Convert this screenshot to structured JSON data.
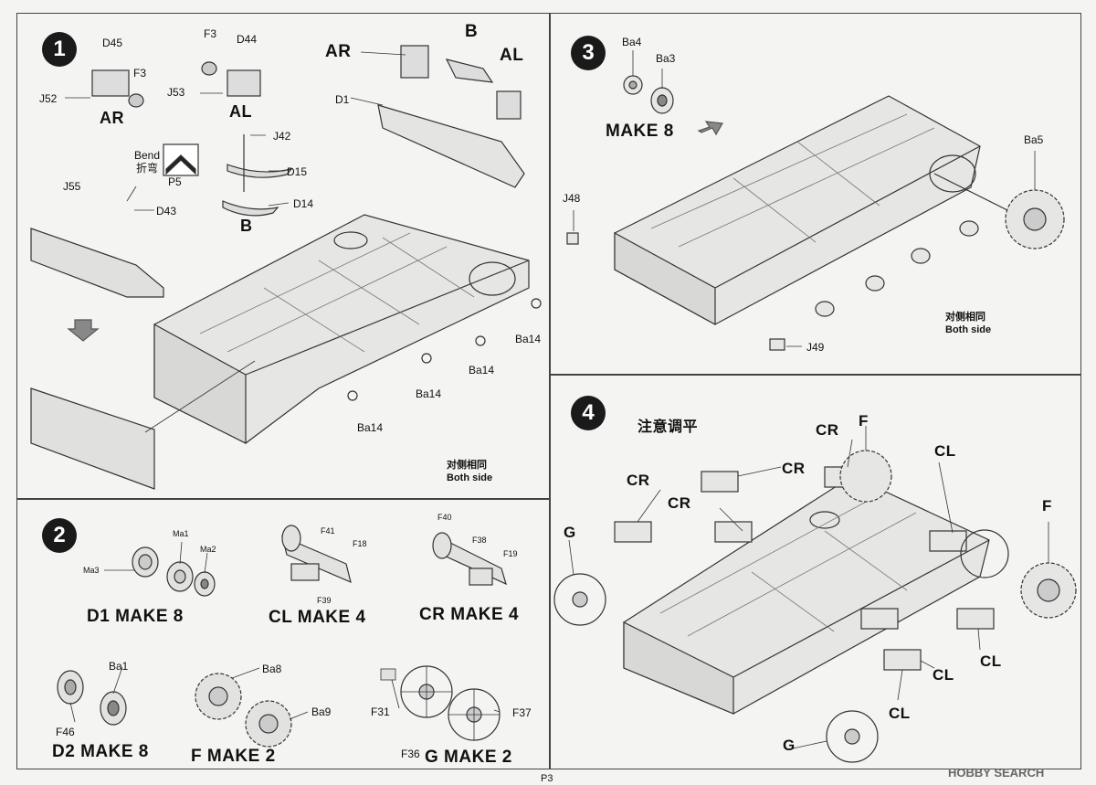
{
  "step1": {
    "number": "1",
    "labels": {
      "d45": "D45",
      "f3a": "F3",
      "j52": "J52",
      "ar_small": "AR",
      "f3b": "F3",
      "d44": "D44",
      "j53": "J53",
      "al_small": "AL",
      "ar_big": "AR",
      "b_big": "B",
      "al_big": "AL",
      "d1": "D1",
      "j42": "J42",
      "d15": "D15",
      "d14": "D14",
      "b_small": "B",
      "bend_en": "Bend",
      "bend_cn": "折弯",
      "p5": "P5",
      "j55": "J55",
      "d43": "D43",
      "ba14_1": "Ba14",
      "ba14_2": "Ba14",
      "ba14_3": "Ba14",
      "ba14_4": "Ba14"
    },
    "note_cn": "对侧相同",
    "note_en": "Both side"
  },
  "step2": {
    "number": "2",
    "labels": {
      "ma1": "Ma1",
      "ma2": "Ma2",
      "ma3": "Ma3",
      "f41": "F41",
      "f18": "F18",
      "f39": "F39",
      "f40": "F40",
      "f38": "F38",
      "f19": "F19",
      "ba1": "Ba1",
      "f46": "F46",
      "ba8": "Ba8",
      "ba9": "Ba9",
      "f31": "F31",
      "f36": "F36",
      "f37": "F37"
    },
    "captions": {
      "d1": "D1 MAKE 8",
      "cl": "CL MAKE 4",
      "cr": "CR MAKE 4",
      "d2": "D2 MAKE 8",
      "f": "F MAKE 2",
      "g": "G MAKE 2"
    }
  },
  "step3": {
    "number": "3",
    "labels": {
      "ba4": "Ba4",
      "ba3": "Ba3",
      "ba5": "Ba5",
      "j48": "J48",
      "j49": "J49"
    },
    "make": "MAKE 8",
    "note_cn": "对侧相同",
    "note_en": "Both side"
  },
  "step4": {
    "number": "4",
    "title_cn": "注意调平",
    "labels": {
      "cr1": "CR",
      "cr2": "CR",
      "cr3": "CR",
      "cr4": "CR",
      "f1": "F",
      "f2": "F",
      "cl1": "CL",
      "cl2": "CL",
      "cl3": "CL",
      "cl4": "CL",
      "g1": "G",
      "g2": "G"
    }
  },
  "page": "P3",
  "watermark": "HOBBY SEARCH"
}
